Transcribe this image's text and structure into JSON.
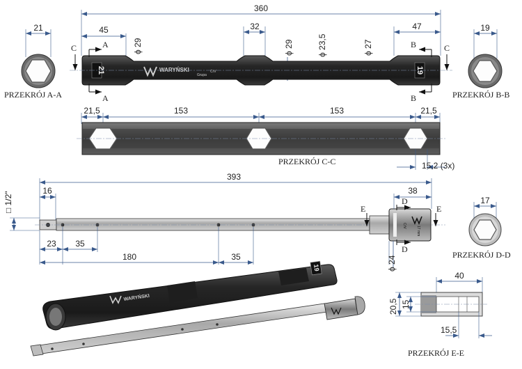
{
  "dimensions": {
    "top_length": "360",
    "end_a_length": "45",
    "end_a_diam": "ϕ 29",
    "mid_len": "32",
    "mid_diam": "ϕ 29",
    "body_diam": "ϕ 23,5",
    "end_b_diam": "ϕ 27",
    "end_b_length": "47",
    "sec_cc_left_end": "21,5",
    "sec_cc_span1": "153",
    "sec_cc_span2": "153",
    "sec_cc_right_end": "21,5",
    "sec_cc_hex_width": "15,2  (3x)",
    "bar_total": "393",
    "bar_square": "□ 1/2\"",
    "bar_tip": "16",
    "bar_hole1": "23",
    "bar_hole2": "35",
    "bar_holes_span": "180",
    "bar_hole_pitch": "35",
    "socket_len": "38",
    "socket_diam": "ϕ 24",
    "ee_depth": "40",
    "ee_outer": "20,5",
    "ee_inner": "15",
    "ee_hex_len": "15,5"
  },
  "sections": {
    "aa": {
      "label": "PRZEKRÓJ A-A",
      "size": "21"
    },
    "bb": {
      "label": "PRZEKRÓJ B-B",
      "size": "19"
    },
    "cc": {
      "label": "PRZEKRÓJ C-C"
    },
    "dd": {
      "label": "PRZEKRÓJ D-D",
      "size": "17"
    },
    "ee": {
      "label": "PRZEKRÓJ E-E"
    }
  },
  "cut_markers": {
    "a": "A",
    "b": "B",
    "c": "C",
    "d": "D",
    "e": "E"
  },
  "product_marks": {
    "brand": "WARYŃSKI",
    "brand_tag": "Grupa",
    "size_a": "21",
    "size_b": "19",
    "size_socket": "17 mm",
    "material": "CrV"
  },
  "colors": {
    "tool_body": "#2a2a2a",
    "dimension_line": "#3a5a8c",
    "section_fill": "#cfcfcf"
  }
}
